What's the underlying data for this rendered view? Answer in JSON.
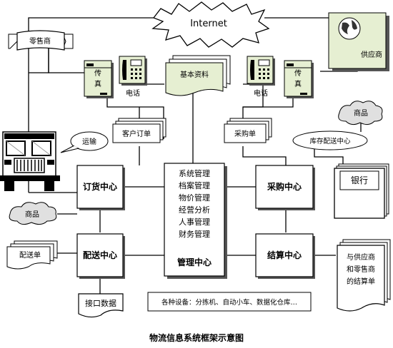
{
  "title": "物流信息系统框架示意图",
  "nodes": {
    "internet": "Internet",
    "retailer": "零售商",
    "supplier": "供应商",
    "fax": "传真",
    "phone": "电话",
    "basic_data": "基本资料",
    "customer_order": "客户订单",
    "purchase_order": "采购单",
    "goods": "商品",
    "inventory_center": "库存配送中心",
    "transport": "运输",
    "order_center": "订货中心",
    "purchase_center": "采购中心",
    "management_center": "管理中心",
    "management_functions": [
      "系统管理",
      "档案管理",
      "物价管理",
      "经营分析",
      "人事管理",
      "财务管理"
    ],
    "delivery_center": "配送中心",
    "settlement_center": "结算中心",
    "delivery_slip": "配送单",
    "bank": "银行",
    "statement": [
      "与供应商",
      "和零售商",
      "的结算单"
    ],
    "interface_data": "接口数据",
    "equipment": "各种设备：分拣机、自动小车、数据化仓库…"
  }
}
